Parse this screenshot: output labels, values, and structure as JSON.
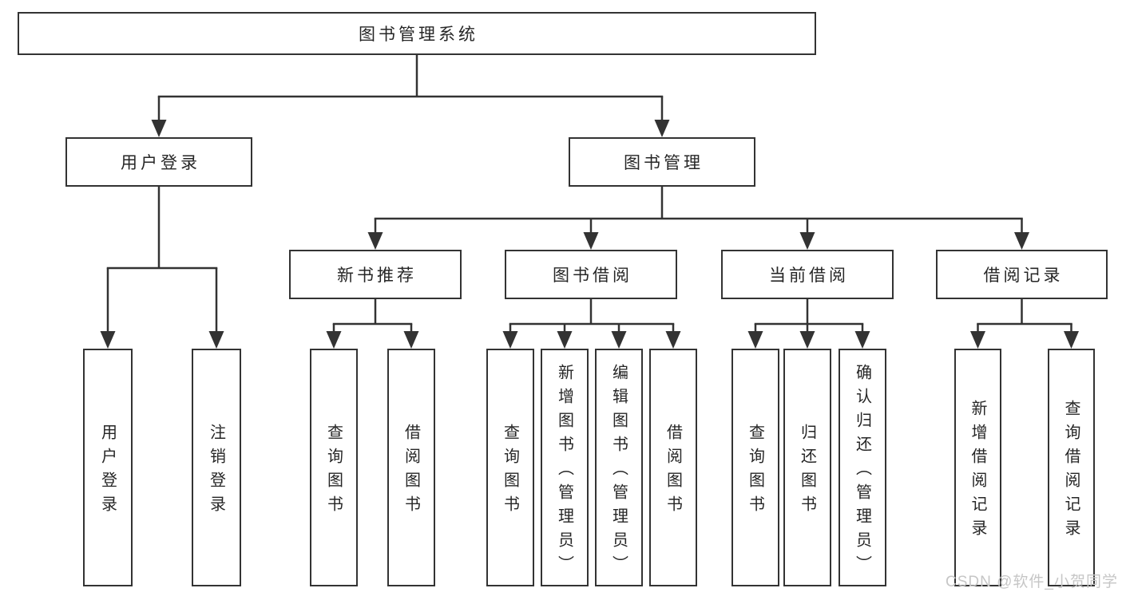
{
  "diagram": {
    "type": "tree",
    "title": "图书管理系统",
    "nodes": {
      "root": {
        "label": "图书管理系统"
      },
      "user_login": {
        "label": "用户登录"
      },
      "book_mgmt": {
        "label": "图书管理"
      },
      "new_book_rec": {
        "label": "新书推荐"
      },
      "book_borrow": {
        "label": "图书借阅"
      },
      "current_borrow": {
        "label": "当前借阅"
      },
      "borrow_record": {
        "label": "借阅记录"
      },
      "user_login_leaf": {
        "label": "用户登录"
      },
      "logout_leaf": {
        "label": "注销登录"
      },
      "query_book_1": {
        "label": "查询图书"
      },
      "borrow_book_1": {
        "label": "借阅图书"
      },
      "query_book_2": {
        "label": "查询图书"
      },
      "add_book": {
        "label": "新增图书（管理员）"
      },
      "edit_book": {
        "label": "编辑图书（管理员）"
      },
      "borrow_book_2": {
        "label": "借阅图书"
      },
      "query_book_3": {
        "label": "查询图书"
      },
      "return_book": {
        "label": "归还图书"
      },
      "confirm_return": {
        "label": "确认归还（管理员）"
      },
      "add_borrow_rec": {
        "label": "新增借阅记录"
      },
      "query_borrow_rec": {
        "label": "查询借阅记录"
      }
    },
    "edges": [
      {
        "parent": "root",
        "children": [
          "user_login",
          "book_mgmt"
        ]
      },
      {
        "parent": "user_login",
        "children": [
          "user_login_leaf",
          "logout_leaf"
        ]
      },
      {
        "parent": "book_mgmt",
        "children": [
          "new_book_rec",
          "book_borrow",
          "current_borrow",
          "borrow_record"
        ]
      },
      {
        "parent": "new_book_rec",
        "children": [
          "query_book_1",
          "borrow_book_1"
        ]
      },
      {
        "parent": "book_borrow",
        "children": [
          "query_book_2",
          "add_book",
          "edit_book",
          "borrow_book_2"
        ]
      },
      {
        "parent": "current_borrow",
        "children": [
          "query_book_3",
          "return_book",
          "confirm_return"
        ]
      },
      {
        "parent": "borrow_record",
        "children": [
          "add_borrow_rec",
          "query_borrow_rec"
        ]
      }
    ]
  },
  "watermark": {
    "text": "CSDN @软件_小贺同学"
  },
  "colors": {
    "line": "#333333",
    "box_border": "#333333",
    "text": "#262626",
    "watermark": "#c6c6c6",
    "background": "#ffffff"
  }
}
